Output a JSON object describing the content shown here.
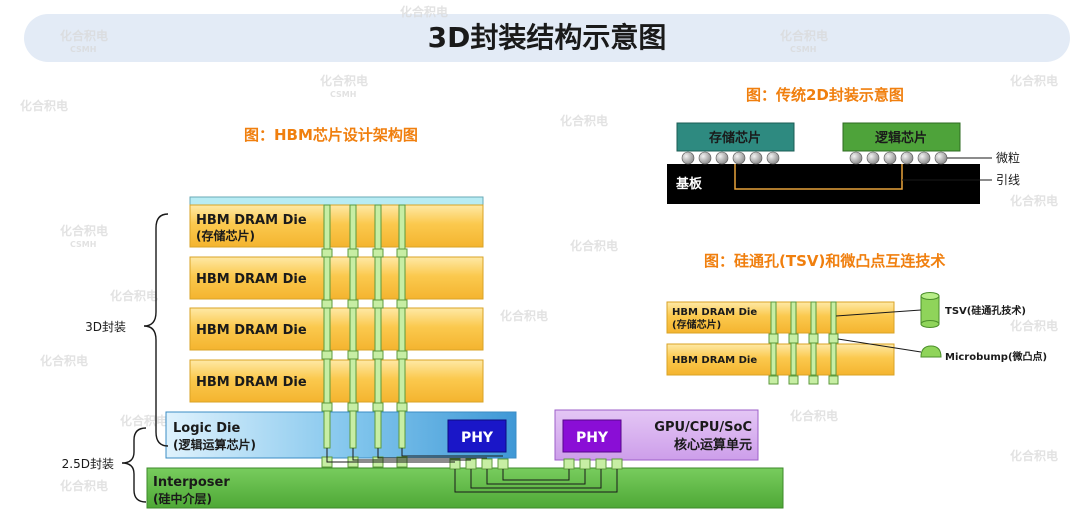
{
  "page_title": "3D封装结构示意图",
  "hbm_figure": {
    "title": "图：HBM芯片设计架构图",
    "dies": [
      {
        "line1": "HBM DRAM Die",
        "line2": "(存储芯片)"
      },
      {
        "line1": "HBM DRAM Die",
        "line2": ""
      },
      {
        "line1": "HBM DRAM Die",
        "line2": ""
      },
      {
        "line1": "HBM DRAM Die",
        "line2": ""
      }
    ],
    "logic_die": {
      "line1": "Logic Die",
      "line2": "(逻辑运算芯片)"
    },
    "phy_label": "PHY",
    "gpu": {
      "phy_label": "PHY",
      "line1": "GPU/CPU/SoC",
      "line2": "核心运算单元"
    },
    "interposer": {
      "line1": "Interposer",
      "line2": "(硅中介层)"
    },
    "brace_3d": "3D封装",
    "brace_25d": "2.5D封装"
  },
  "legacy_figure": {
    "title": "图：传统2D封装示意图",
    "chip_memory": "存储芯片",
    "chip_logic": "逻辑芯片",
    "substrate": "基板",
    "label_bump": "微粒",
    "label_wire": "引线"
  },
  "tsv_figure": {
    "title": "图：硅通孔(TSV)和微凸点互连技术",
    "die_top_line1": "HBM DRAM Die",
    "die_top_line2": "(存储芯片)",
    "die_bottom": "HBM DRAM Die",
    "label_tsv": "TSV(硅通孔技术)",
    "label_microbump": "Microbump(微凸点)"
  },
  "watermark": {
    "cn": "化合积电",
    "en": "CSMH"
  },
  "colors": {
    "die_yellow": "#fbc94e",
    "logic_blue": "#7fc4ec",
    "gpu_purple": "#cd9eea",
    "phy_navy": "#1a16c8",
    "phy_violet": "#8a0ed6",
    "interposer_green": "#5dbb46",
    "tsv_green": "#c7eea4",
    "memory_teal": "#2e8a80",
    "logic_green": "#4ea33a",
    "accent_orange": "#f07f0e"
  }
}
